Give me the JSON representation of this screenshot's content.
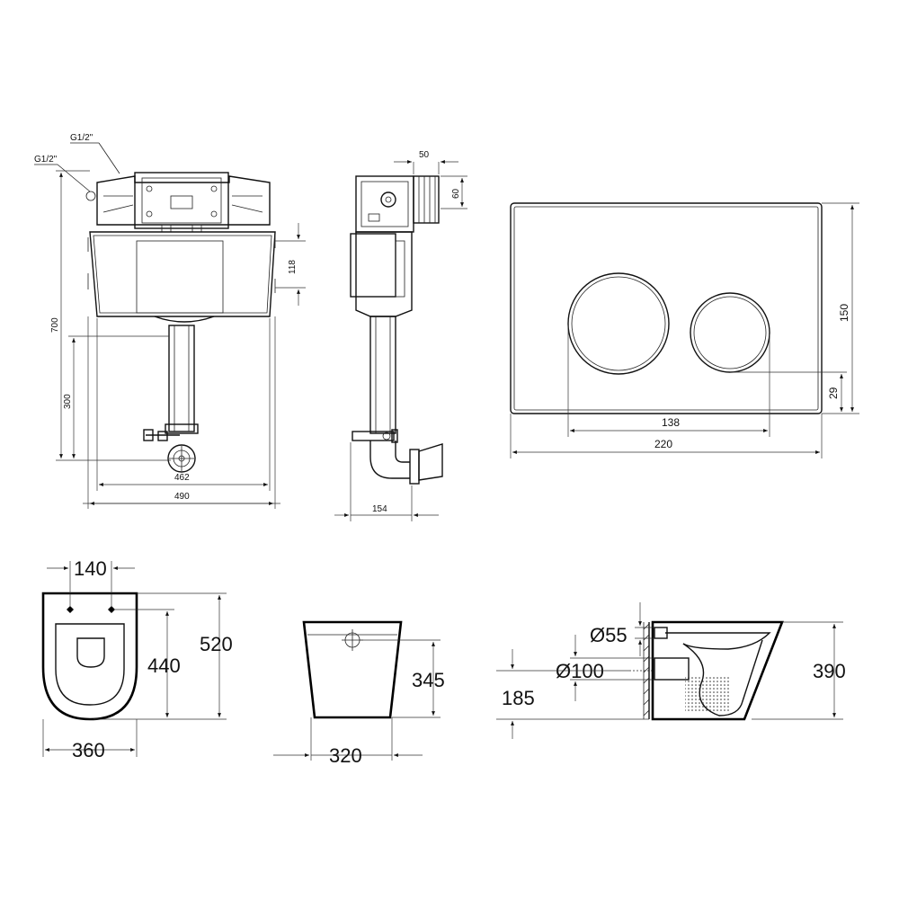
{
  "cistern_front": {
    "inlet_top": "G1/2\"",
    "inlet_side": "G1/2\"",
    "height_total": "700",
    "height_outlet": "300",
    "height_body": "118",
    "width_pipe": "462",
    "width_total": "490"
  },
  "cistern_side": {
    "depth_flange": "50",
    "height_flange": "60",
    "depth_total": "154"
  },
  "flush_plate": {
    "height": "150",
    "button_offset": "29",
    "buttons_width": "138",
    "width": "220"
  },
  "toilet_top": {
    "fixing_spacing": "140",
    "length": "520",
    "fixing_distance": "440",
    "width": "360"
  },
  "toilet_back": {
    "height": "345",
    "width": "320"
  },
  "toilet_side": {
    "inlet_diameter": "Ø55",
    "outlet_diameter": "Ø100",
    "outlet_height": "185",
    "height": "390"
  }
}
